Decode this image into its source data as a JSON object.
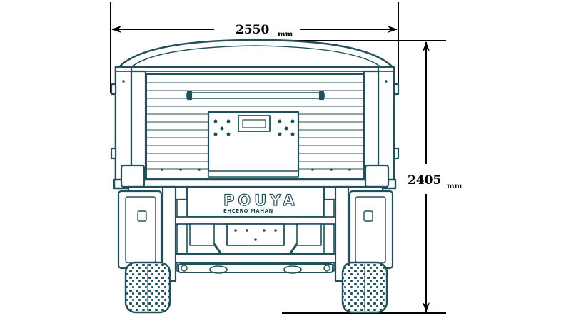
{
  "dimensions": {
    "width": {
      "value": "2550",
      "unit": "mm"
    },
    "height": {
      "value": "2405",
      "unit": "mm"
    }
  },
  "branding": {
    "name": "POUYA",
    "subtitle": "EHCERO MAHAN"
  },
  "colors": {
    "line": "#22505a",
    "fill": "#ffffff",
    "dimension": "#000000"
  }
}
